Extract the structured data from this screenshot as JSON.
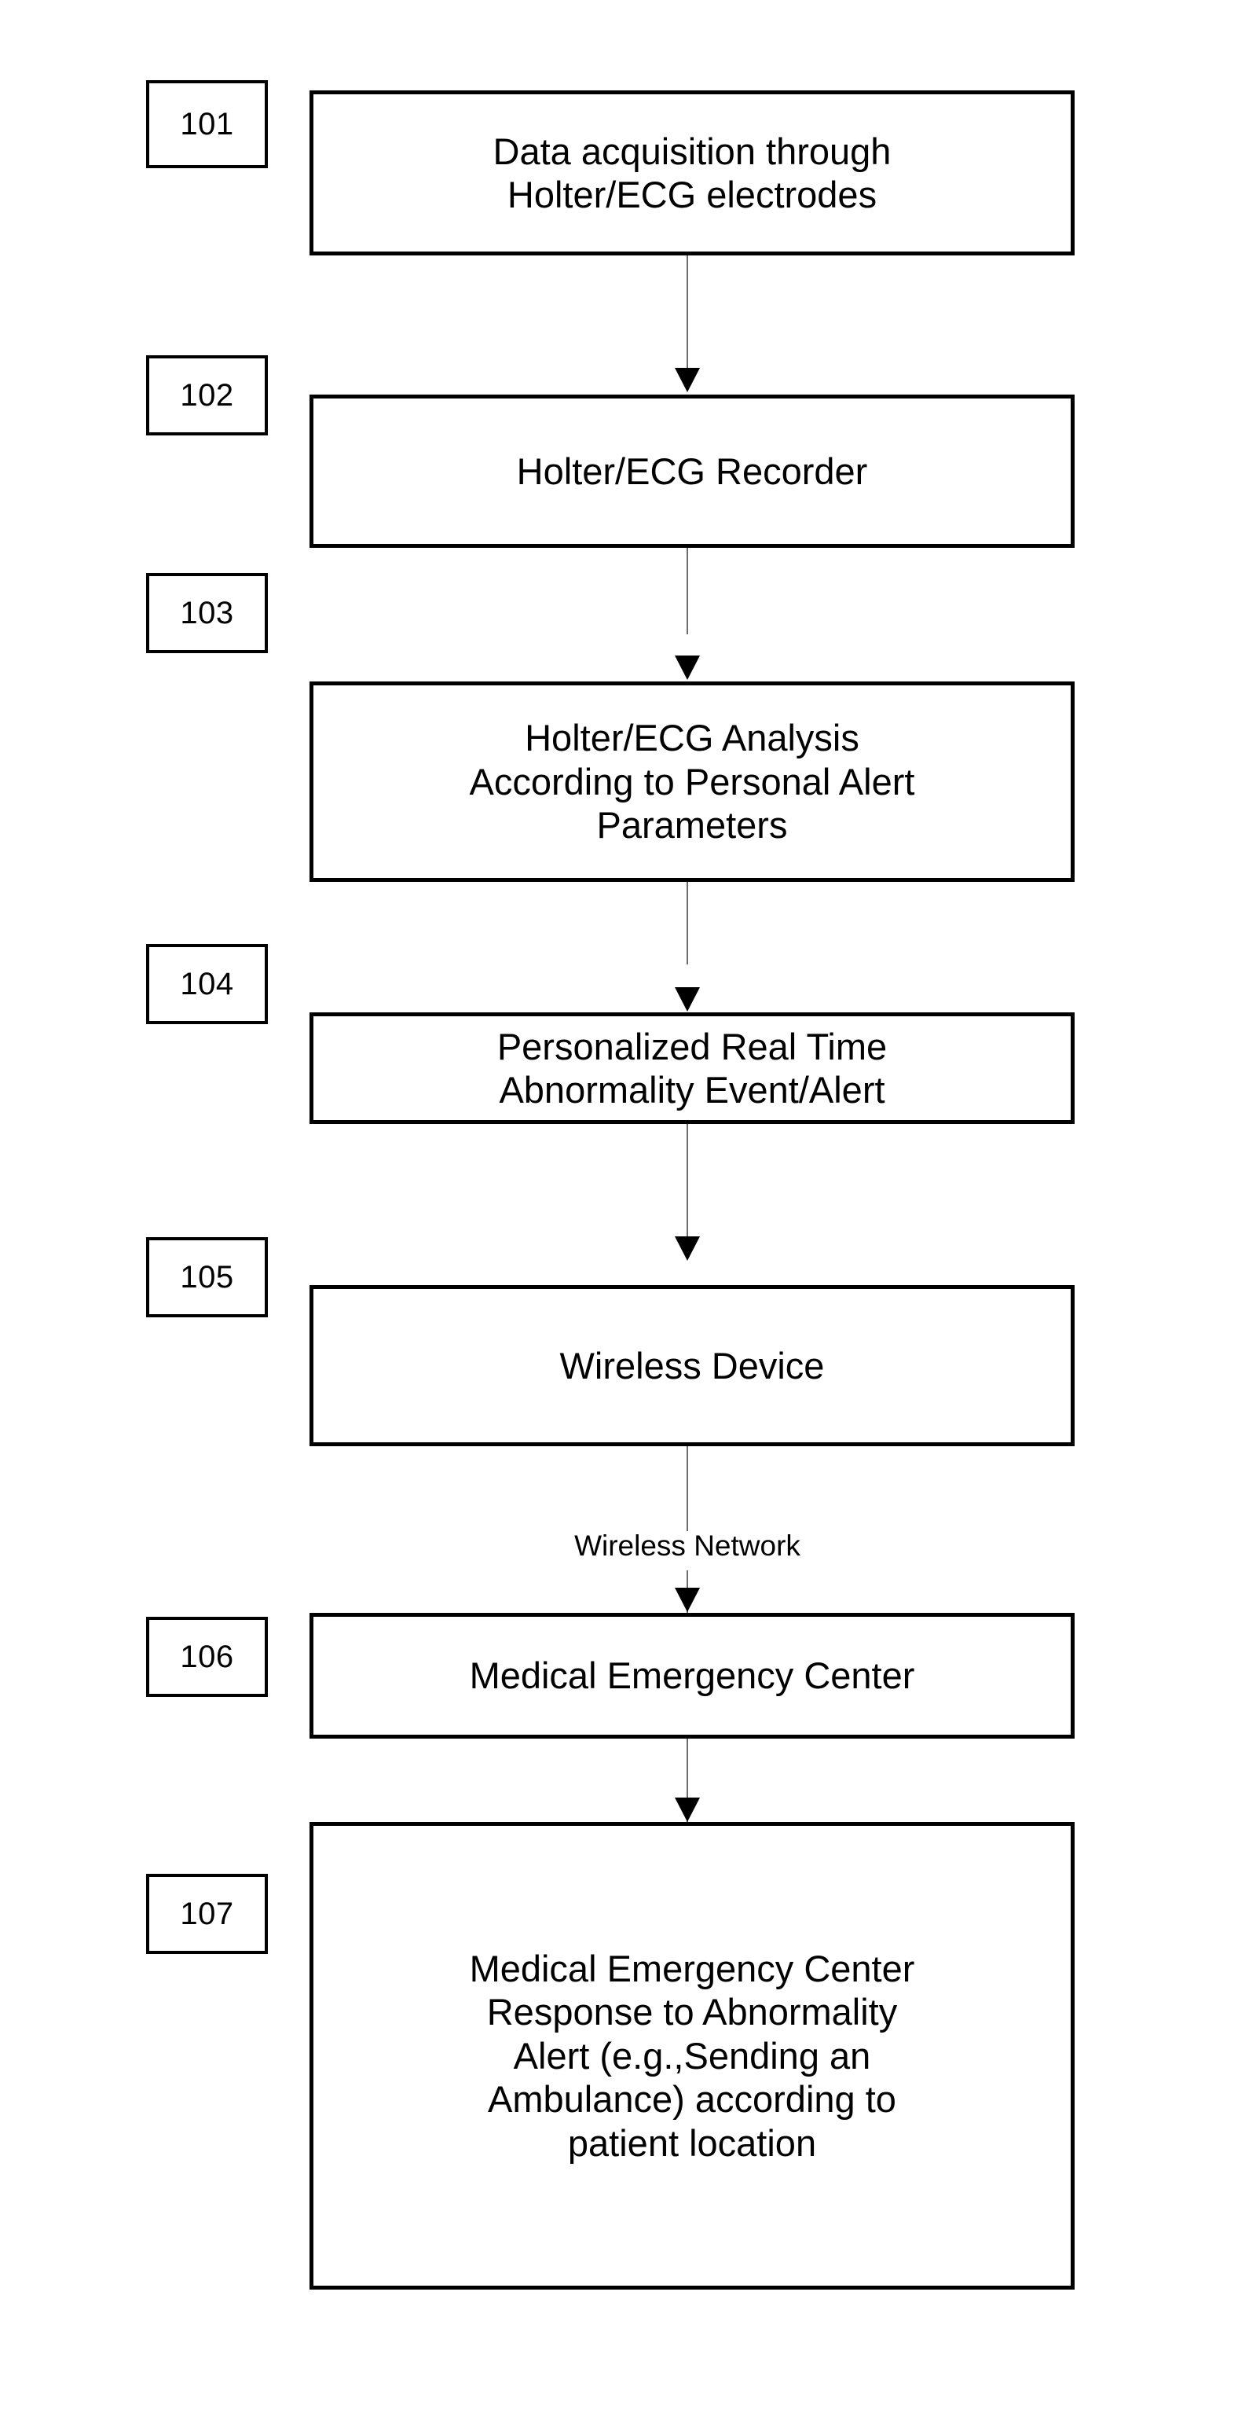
{
  "figure": {
    "type": "flowchart",
    "orientation": "vertical",
    "background_color": "#ffffff",
    "line_color": "#000000",
    "connector_color": "#6b6b6b"
  },
  "nodes": [
    {
      "ref": "101",
      "text": "Data acquisition through\nHolter/ECG electrodes"
    },
    {
      "ref": "102",
      "text": "Holter/ECG Recorder"
    },
    {
      "ref": "103",
      "text": "Holter/ECG Analysis\nAccording to Personal Alert\nParameters"
    },
    {
      "ref": "104",
      "text": "Personalized Real Time\nAbnormality Event/Alert"
    },
    {
      "ref": "105",
      "text": "Wireless Device"
    },
    {
      "ref": "106",
      "text": "Medical Emergency Center"
    },
    {
      "ref": "107",
      "text": "Medical Emergency Center\nResponse to Abnormality\nAlert (e.g.,Sending an\nAmbulance) according to\npatient location"
    }
  ],
  "edges": [
    {
      "from": "101",
      "to": "102",
      "label": ""
    },
    {
      "from": "102",
      "to": "103",
      "label": ""
    },
    {
      "from": "103",
      "to": "104",
      "label": ""
    },
    {
      "from": "104",
      "to": "105",
      "label": ""
    },
    {
      "from": "105",
      "to": "106",
      "label": "Wireless Network"
    },
    {
      "from": "106",
      "to": "107",
      "label": ""
    }
  ]
}
